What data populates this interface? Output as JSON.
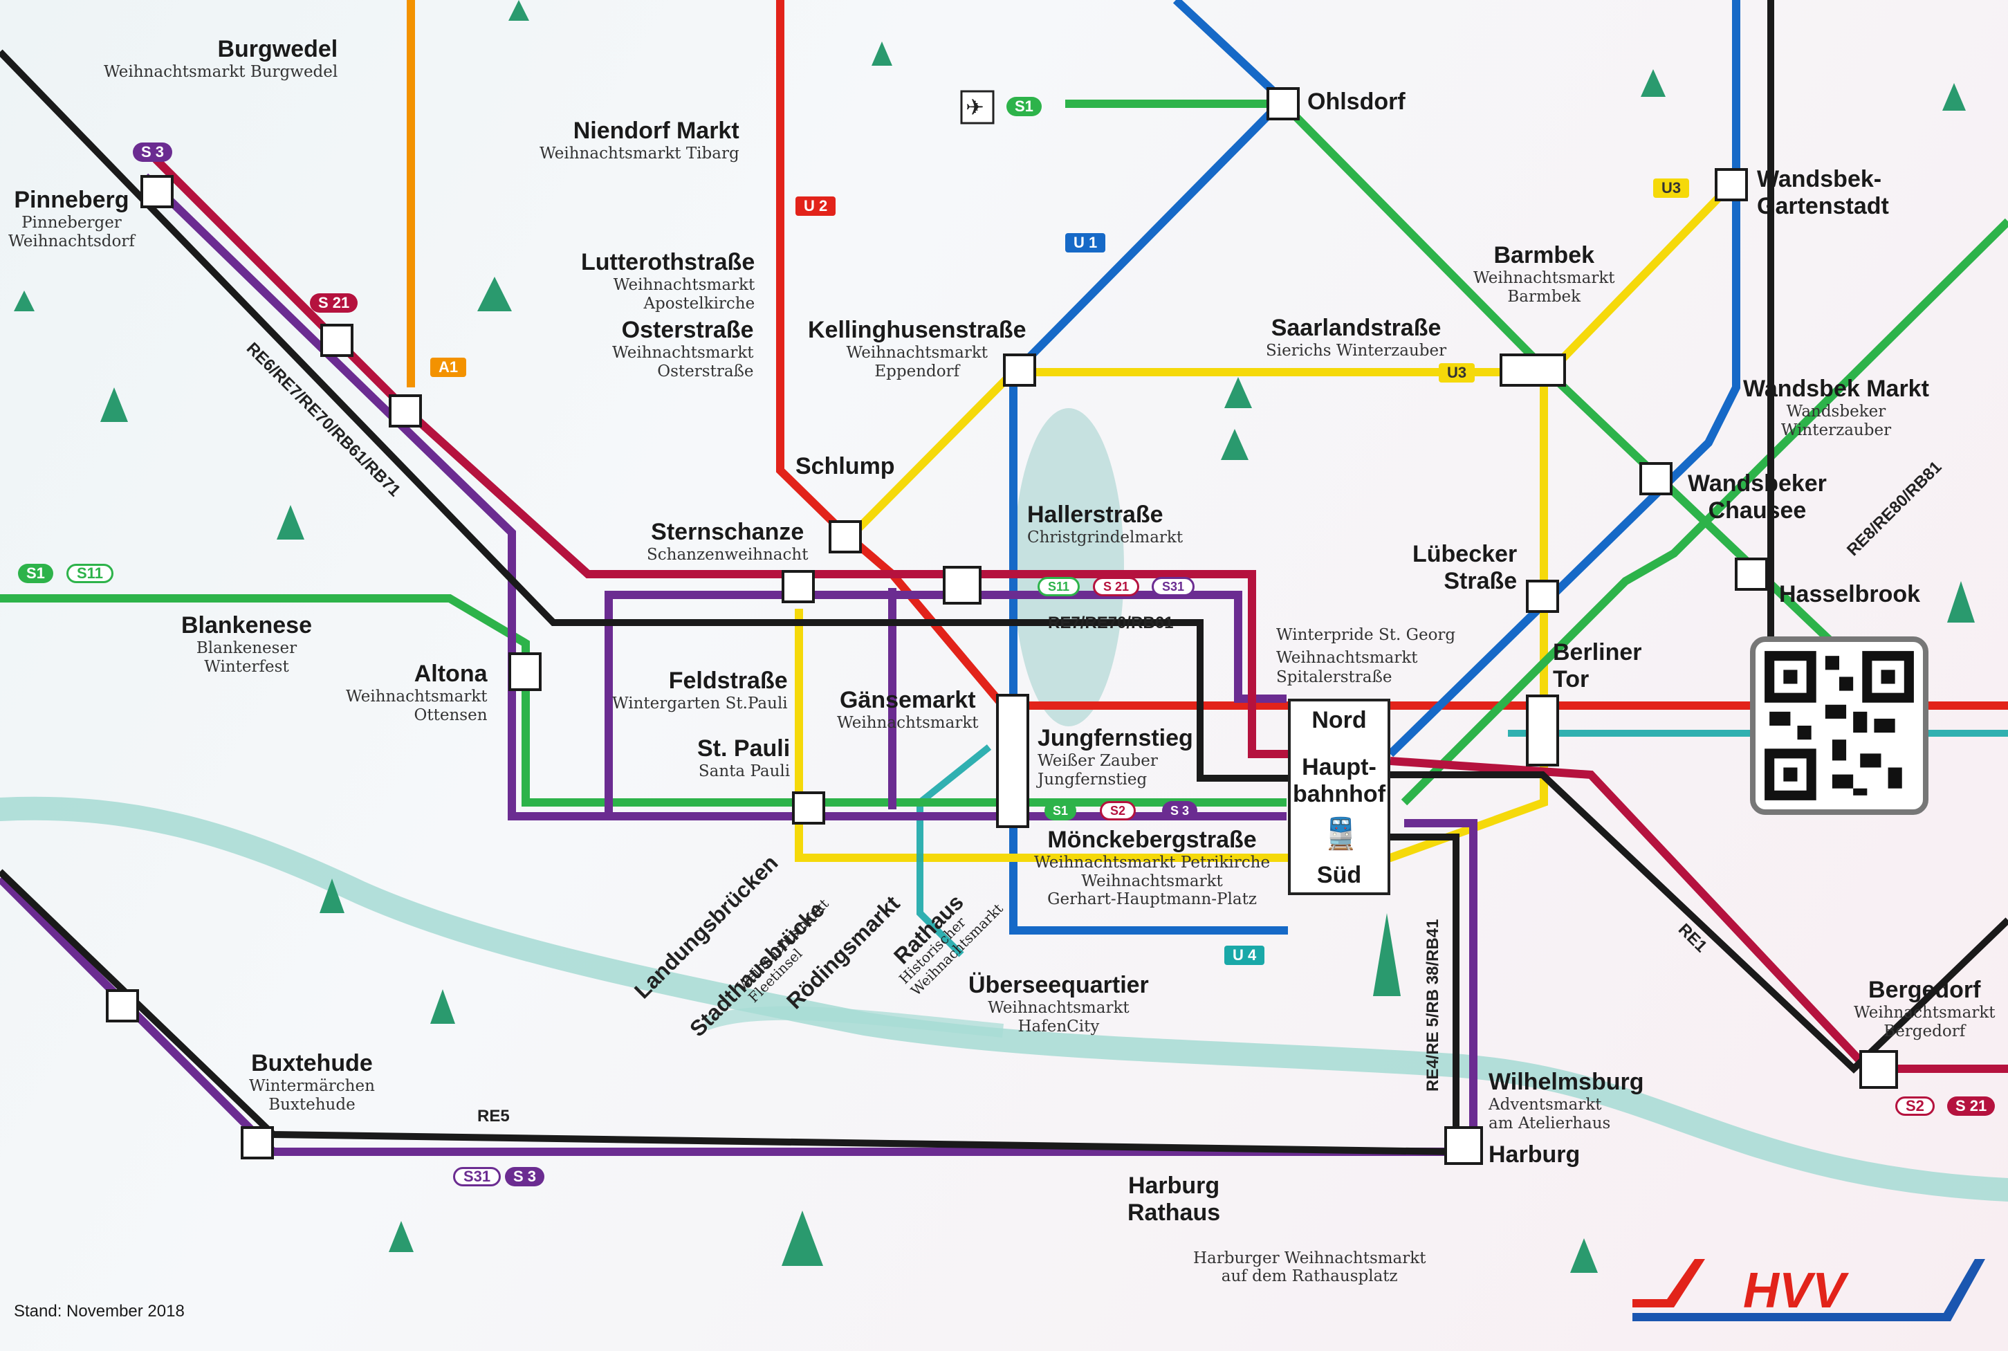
{
  "title": "",
  "colors": {
    "s1": "#2db34a",
    "s3": "#6b2c91",
    "s21": "#b5123e",
    "u1": "#1669c7",
    "u2": "#e2231a",
    "u3": "#f5d90a",
    "u4": "#1aa8a8",
    "a1": "#f39200",
    "db": "#1a1a1a",
    "river": "#9fd6d0"
  },
  "stations": [
    {
      "name": "Burgwedel",
      "market": "Weihnachtsmarkt Burgwedel"
    },
    {
      "name": "Pinneberg",
      "market": "Pinneberger\nWeihnachtsdorf"
    },
    {
      "name": "Niendorf Markt",
      "market": "Weihnachtsmarkt Tibarg"
    },
    {
      "name": "Lutterothstraße",
      "market": "Weihnachtsmarkt\nApostelkirche"
    },
    {
      "name": "Osterstraße",
      "market": "Weihnachtsmarkt\nOsterstraße"
    },
    {
      "name": "Kellinghusenstraße",
      "market": "Weihnachtsmarkt\nEppendorf"
    },
    {
      "name": "Ohlsdorf",
      "market": ""
    },
    {
      "name": "Barmbek",
      "market": "Weihnachtsmarkt\nBarmbek"
    },
    {
      "name": "Saarlandstraße",
      "market": "Sierichs Winterzauber"
    },
    {
      "name": "Wandsbek-\nGartenstadt",
      "market": ""
    },
    {
      "name": "Wandsbek Markt",
      "market": "Wandsbeker\nWinterzauber"
    },
    {
      "name": "Wandsbeker\nChausee",
      "market": ""
    },
    {
      "name": "Hasselbrook",
      "market": ""
    },
    {
      "name": "Schlump",
      "market": ""
    },
    {
      "name": "Sternschanze",
      "market": "Schanzenweihnacht"
    },
    {
      "name": "Hallerstraße",
      "market": "Christgrindelmarkt"
    },
    {
      "name": "Lübecker\nStraße",
      "market": "Winterpride St. Georg"
    },
    {
      "name": "Blankenese",
      "market": "Blankeneser\nWinterfest"
    },
    {
      "name": "Altona",
      "market": "Weihnachtsmarkt\nOttensen"
    },
    {
      "name": "Feldstraße",
      "market": "Wintergarten St.Pauli"
    },
    {
      "name": "Gänsemarkt",
      "market": "Weihnachtsmarkt"
    },
    {
      "name": "St. Pauli",
      "market": "Santa Pauli"
    },
    {
      "name": "Jungfernstieg",
      "market": "Weißer Zauber\nJungfernstieg"
    },
    {
      "name": "Berliner\nTor",
      "market": ""
    },
    {
      "name": "Mönckebergstraße",
      "market": "Weihnachtsmarkt Petrikirche\nWeihnachtsmarkt\nGerhart-Hauptmann-Platz"
    },
    {
      "name": "Überseequartier",
      "market": "Weihnachtsmarkt\nHafenCity"
    },
    {
      "name": "Bergedorf",
      "market": "Weihnachtsmarkt\nBergedorf"
    },
    {
      "name": "Buxtehude",
      "market": "Wintermärchen\nBuxtehude"
    },
    {
      "name": "Wilhelmsburg",
      "market": "Adventsmarkt\nam Atelierhaus"
    },
    {
      "name": "Harburg",
      "market": ""
    },
    {
      "name": "Harburg\nRathaus",
      "market": "Harburger Weihnachtsmarkt\nauf dem Rathausplatz"
    }
  ],
  "extra_market": "Spitalerstraße",
  "rotated": {
    "landungsbruecken": "Landungsbrücken",
    "stadthausbruecke": "Stadthausbrücke",
    "stadthaus_market": "Weihnachtsmarkt\nFleetinsel",
    "roedingsmarkt": "Rödingsmarkt",
    "rathaus": "Rathaus",
    "rathaus_market": "Historischer\nWeihnachtsmarkt",
    "line_re6": "RE6/RE7/RE70/RB61/RB71",
    "line_re8": "RE8/RE80/RB81",
    "line_re4": "RE4/RE 5/RB 38/RB41",
    "line_re1": "RE1"
  },
  "line_labels": {
    "re7": "RE7/RE70/RB61",
    "re5": "RE5"
  },
  "hbf": {
    "nord": "Nord",
    "name": "Haupt-\nbahnhof",
    "sued": "Süd"
  },
  "badges": {
    "s3": "S 3",
    "s21": "S 21",
    "s1": "S1",
    "s11": "S11",
    "a1": "A1",
    "u1": "U 1",
    "u2": "U 2",
    "u3": "U3",
    "u4": "U 4",
    "s2": "S2",
    "s31": "S31"
  },
  "footer": {
    "stand": "Stand: November 2018",
    "logo": "HVV"
  }
}
